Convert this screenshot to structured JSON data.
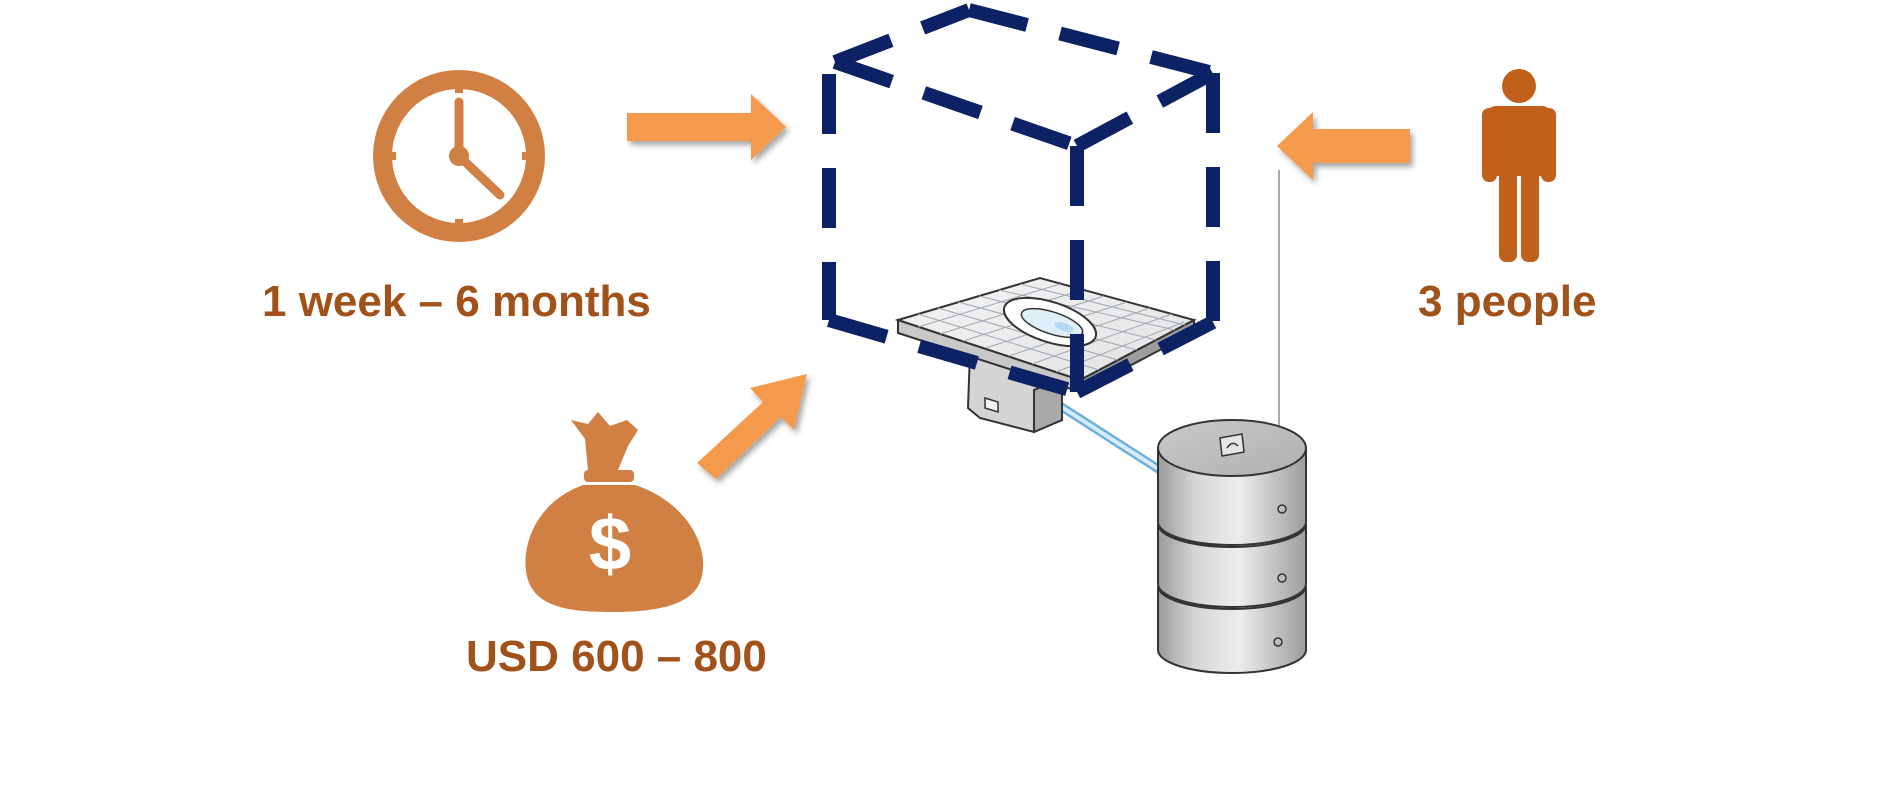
{
  "labels": {
    "time": "1 week – 6 months",
    "cost": "USD 600 – 800",
    "users": "3 people"
  },
  "icons": {
    "clock": "clock-icon",
    "money_bag": "money-bag-icon",
    "person": "person-icon",
    "superstructure": "dashed-box-superstructure",
    "slab": "squatting-slab",
    "tank": "concrete-ring-tank"
  },
  "colors": {
    "icon_orange": "#d08043",
    "text_brown": "#a0521a",
    "person_orange": "#c0601b",
    "arrow_orange": "#f59a4e",
    "dash_navy": "#0c2264",
    "pipe_blue": "#8fc7ec"
  }
}
